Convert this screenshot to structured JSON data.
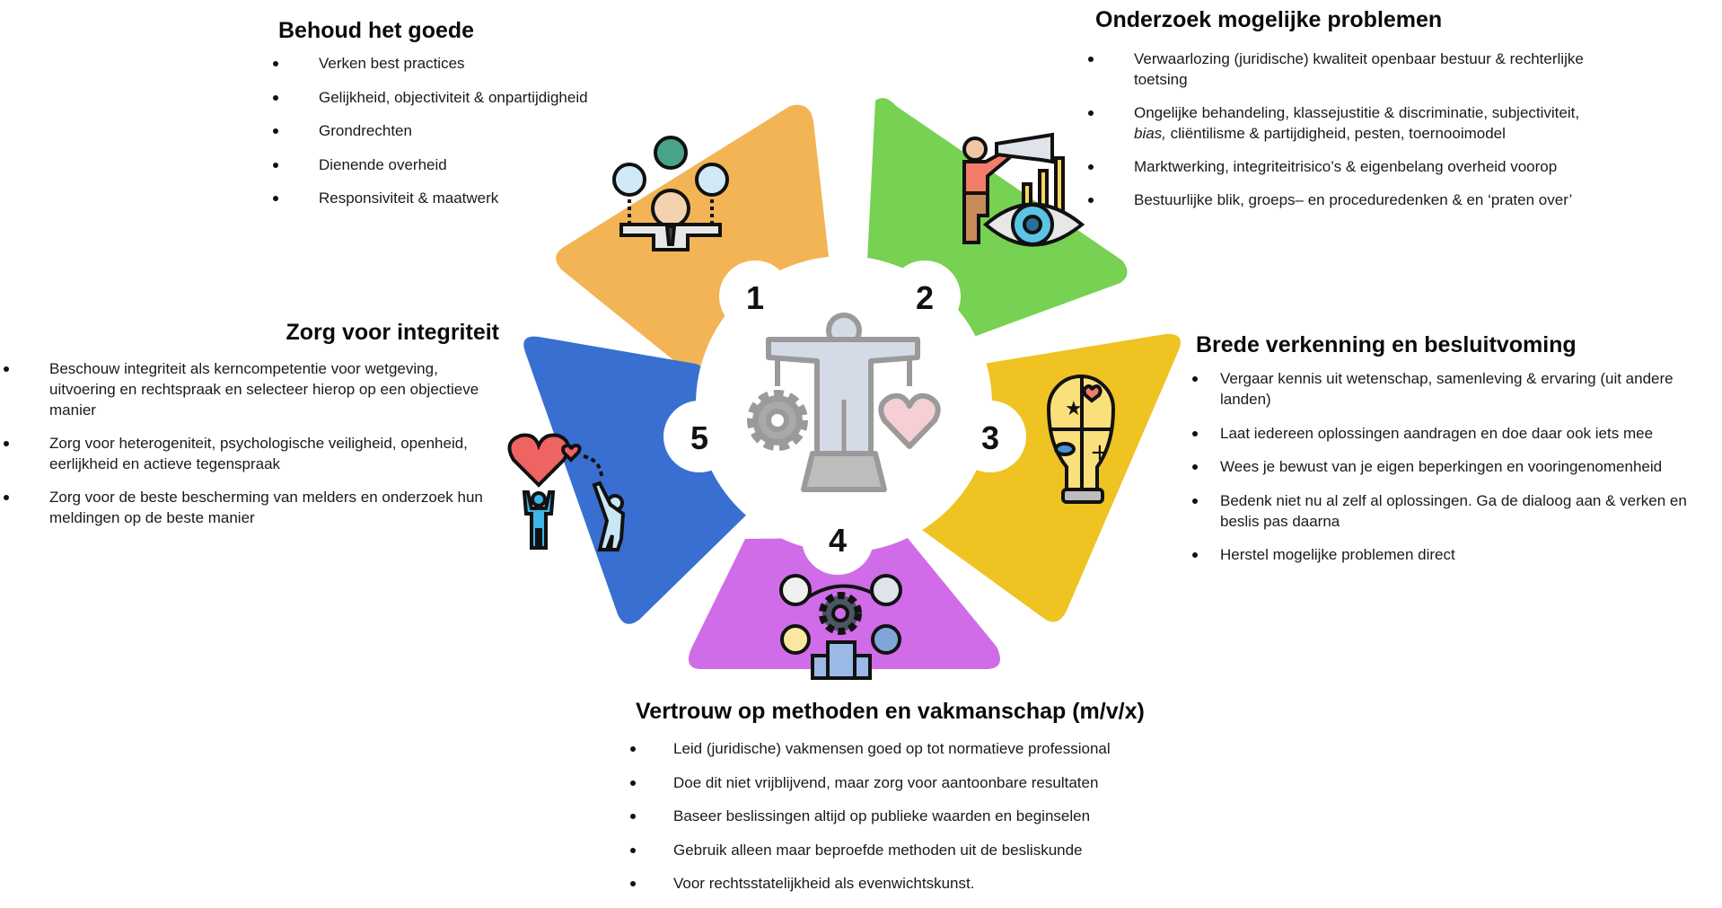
{
  "diagram": {
    "type": "five-segment cycle",
    "center_icon": "balance-person-icon",
    "segments": [
      {
        "number": "1",
        "color": "#F3B456",
        "icon": "neutral-official-icon"
      },
      {
        "number": "2",
        "color": "#77D152",
        "icon": "explorer-eye-icon"
      },
      {
        "number": "3",
        "color": "#EFC322",
        "icon": "puzzle-lightbulb-icon"
      },
      {
        "number": "4",
        "color": "#D06CE8",
        "icon": "organization-network-icon"
      },
      {
        "number": "5",
        "color": "#386FD0",
        "icon": "giving-heart-icon"
      }
    ]
  },
  "blocks": {
    "b1": {
      "title": "Behoud het goede",
      "items": [
        "Verken best practices",
        "Gelijkheid, objectiviteit & onpartijdigheid",
        "Grondrechten",
        "Dienende overheid",
        "Responsiviteit & maatwerk"
      ]
    },
    "b2": {
      "title": "Onderzoek mogelijke problemen",
      "items": [
        "Verwaarlozing (juridische) kwaliteit openbaar bestuur & rechterlijke toetsing",
        "Ongelijke behandeling, klassejustitie & discriminatie, subjectiviteit,",
        "Marktwerking, integriteitrisico’s & eigenbelang overheid voorop",
        "Bestuurlijke blik, groeps– en proceduredenken & en ‘praten over’"
      ],
      "item2_italic": "bias,",
      "item2_rest": " cliëntilisme & partijdigheid, pesten, toernooimodel"
    },
    "b3": {
      "title": "Brede verkenning en besluitvoming",
      "items": [
        "Vergaar kennis uit wetenschap, samenleving & ervaring (uit andere landen)",
        "Laat iedereen oplossingen aandragen en doe daar ook iets mee",
        "Wees je bewust van je eigen beperkingen en vooringenomenheid",
        "Bedenk niet nu al zelf al oplossingen. Ga de dialoog aan & verken en beslis pas daarna",
        "Herstel mogelijke problemen direct"
      ]
    },
    "b4": {
      "title": "Vertrouw op methoden en vakmanschap (m/v/x)",
      "items": [
        "Leid (juridische) vakmensen goed op tot normatieve professional",
        "Doe dit niet vrijblijvend, maar zorg voor aantoonbare resultaten",
        "Baseer beslissingen altijd op publieke waarden en beginselen",
        "Gebruik alleen maar beproefde methoden uit de besliskunde",
        "Voor rechtsstatelijkheid als evenwichtskunst."
      ]
    },
    "b5": {
      "title": "Zorg voor integriteit",
      "items": [
        "Beschouw integriteit als kerncompetentie voor wetgeving, uitvoering en rechtspraak en selecteer hierop op een objectieve manier",
        "Zorg voor heterogeniteit, psychologische veiligheid, openheid, eerlijkheid en actieve tegenspraak",
        "Zorg voor de beste bescherming van melders en onderzoek hun meldingen op de beste manier"
      ]
    }
  }
}
